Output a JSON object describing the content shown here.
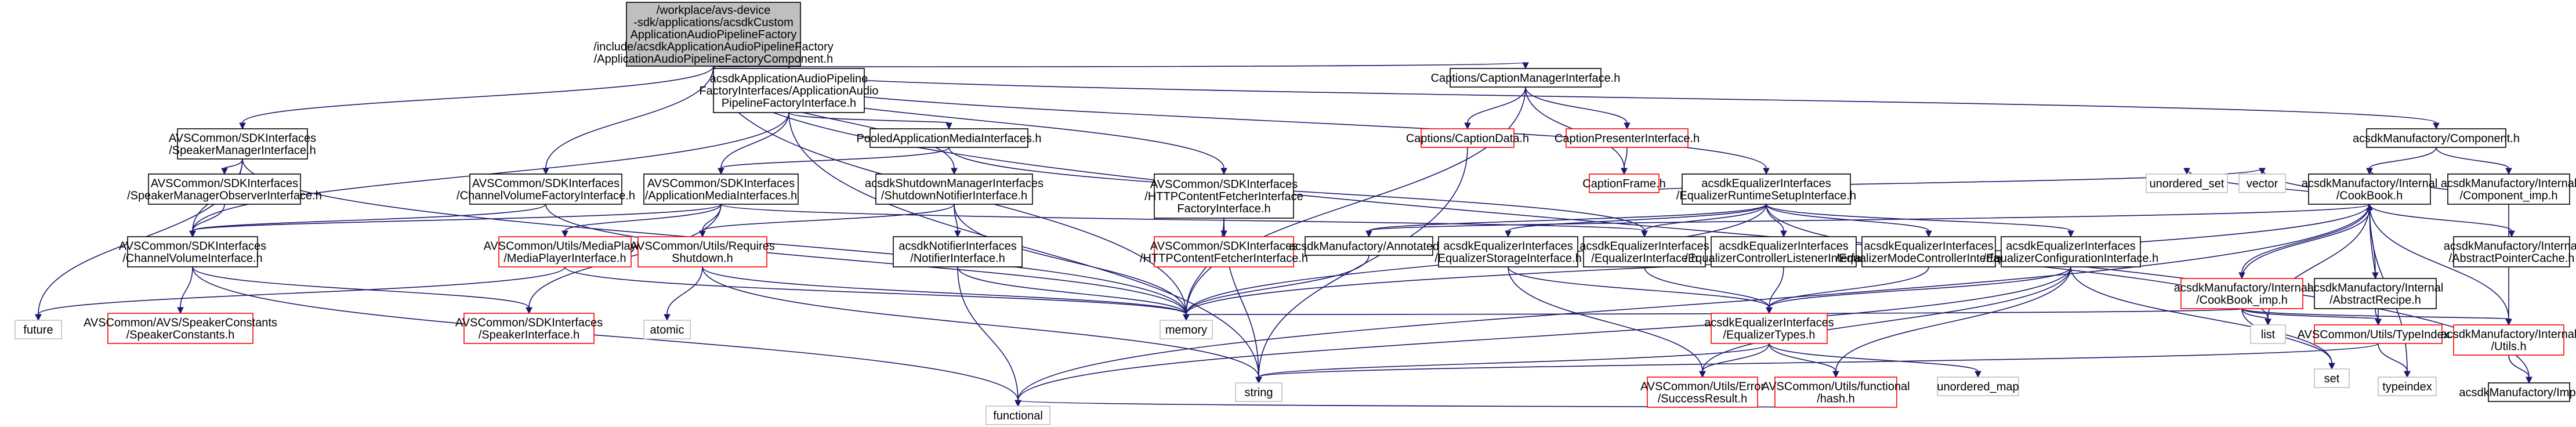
{
  "nodes": {
    "root": [
      "/workplace/avs-device",
      "-sdk/applications/acsdkCustom",
      "ApplicationAudioPipelineFactory",
      "/include/acsdkApplicationAudioPipelineFactory",
      "/ApplicationAudioPipelineFactoryComponent.h"
    ],
    "speakerMgr": [
      "AVSCommon/SDKInterfaces",
      "/SpeakerManagerInterface.h"
    ],
    "speakerObs": [
      "AVSCommon/SDKInterfaces",
      "/SpeakerManagerObserverInterface.h"
    ],
    "channelVol": [
      "AVSCommon/SDKInterfaces",
      "/ChannelVolumeInterface.h"
    ],
    "future": [
      "future"
    ],
    "speakerConst": [
      "AVSCommon/AVS/SpeakerConstants",
      "/SpeakerConstants.h"
    ],
    "speakerIf": [
      "AVSCommon/SDKInterfaces",
      "/SpeakerInterface.h"
    ],
    "chanVolFactory": [
      "AVSCommon/SDKInterfaces",
      "/ChannelVolumeFactoryInterface.h"
    ],
    "pipelineFactory": [
      "acsdkApplicationAudioPipeline",
      "FactoryInterfaces/ApplicationAudio",
      "PipelineFactoryInterface.h"
    ],
    "pooledMedia": [
      "PooledApplicationMediaInterfaces.h"
    ],
    "appMedia": [
      "AVSCommon/SDKInterfaces",
      "/ApplicationMediaInterfaces.h"
    ],
    "mediaPlayer": [
      "AVSCommon/Utils/MediaPlayer",
      "/MediaPlayerInterface.h"
    ],
    "requiresShutdown": [
      "AVSCommon/Utils/Requires",
      "Shutdown.h"
    ],
    "atomic": [
      "atomic"
    ],
    "shutdownMgr": [
      "acsdkShutdownManagerInterfaces",
      "/ShutdownNotifierInterface.h"
    ],
    "notifierIf": [
      "acsdkNotifierInterfaces",
      "/NotifierInterface.h"
    ],
    "memory": [
      "memory"
    ],
    "httpFetcherFactory": [
      "AVSCommon/SDKInterfaces",
      "/HTTPContentFetcherInterface",
      "FactoryInterface.h"
    ],
    "httpFetcher": [
      "AVSCommon/SDKInterfaces",
      "/HTTPContentFetcherInterface.h"
    ],
    "string": [
      "string"
    ],
    "captionMgr": [
      "Captions/CaptionManagerInterface.h"
    ],
    "captionData": [
      "Captions/CaptionData.h"
    ],
    "captionPresenter": [
      "CaptionPresenterInterface.h"
    ],
    "captionFrame": [
      "CaptionFrame.h"
    ],
    "eqRuntime": [
      "acsdkEqualizerInterfaces",
      "/EqualizerRuntimeSetupInterface.h"
    ],
    "annotated": [
      "acsdkManufactory/Annotated.h"
    ],
    "eqStorage": [
      "acsdkEqualizerInterfaces",
      "/EqualizerStorageInterface.h"
    ],
    "eqIf": [
      "acsdkEqualizerInterfaces",
      "/EqualizerInterface.h"
    ],
    "eqListener": [
      "acsdkEqualizerInterfaces",
      "/EqualizerControllerListenerInterface.h"
    ],
    "eqMode": [
      "acsdkEqualizerInterfaces",
      "/EqualizerModeControllerInterface.h"
    ],
    "eqConfig": [
      "acsdkEqualizerInterfaces",
      "/EqualizerConfigurationInterface.h"
    ],
    "eqTypes": [
      "acsdkEqualizerInterfaces",
      "/EqualizerTypes.h"
    ],
    "successResult": [
      "AVSCommon/Utils/Error",
      "/SuccessResult.h"
    ],
    "hash": [
      "AVSCommon/Utils/functional",
      "/hash.h"
    ],
    "functional": [
      "functional"
    ],
    "unorderedMap": [
      "unordered_map"
    ],
    "set": [
      "set"
    ],
    "list": [
      "list"
    ],
    "unorderedSet": [
      "unordered_set"
    ],
    "vector": [
      "vector"
    ],
    "component": [
      "acsdkManufactory/Component.h"
    ],
    "cookBook": [
      "acsdkManufactory/Internal",
      "/CookBook.h"
    ],
    "componentImp": [
      "acsdkManufactory/Internal",
      "/Component_imp.h"
    ],
    "cookBookImp": [
      "acsdkManufactory/Internal",
      "/CookBook_imp.h"
    ],
    "abstractRecipe": [
      "acsdkManufactory/Internal",
      "/AbstractRecipe.h"
    ],
    "abstractPtrCache": [
      "acsdkManufactory/Internal",
      "/AbstractPointerCache.h"
    ],
    "typeIndex": [
      "AVSCommon/Utils/TypeIndex.h"
    ],
    "typeindex": [
      "typeindex"
    ],
    "utils": [
      "acsdkManufactory/Internal",
      "/Utils.h"
    ],
    "import": [
      "acsdkManufactory/Import.h"
    ]
  },
  "colors": {
    "edge": "#191970",
    "root_fill": "#bfbfbf",
    "incomplete_border": "#ff0000",
    "system_border": "#bfbfbf"
  }
}
